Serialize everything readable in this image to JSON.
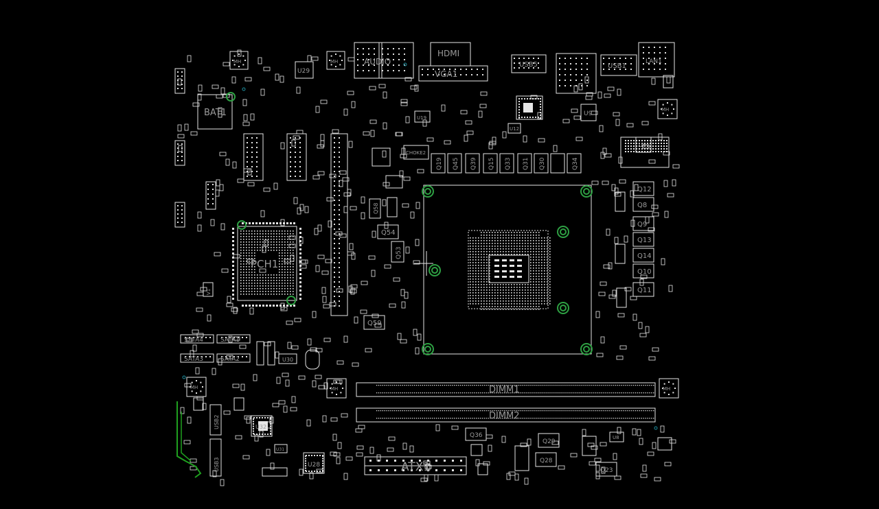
{
  "viewer": {
    "background": "#000000",
    "silkscreen_color": "#e6e6e6",
    "label_color": "#9a9a9a",
    "mount_hole_color": "#2ea043",
    "trace_color": "#1fa01f",
    "via_color": "#1e90a0"
  },
  "components": {
    "bat1": "BAT1",
    "u29": "U29",
    "audio": "AUDIO",
    "hdmi": "HDMI",
    "vga": "VGA1",
    "usb_top_1": "USB5",
    "usb_top_2": "USB1",
    "lan": "LAN1",
    "u19": "U19",
    "u12": "U12",
    "u9": "U9",
    "u6": "U6",
    "choke": "CHOKE2",
    "q19": "Q19",
    "q45": "Q45",
    "q39": "Q39",
    "q15": "Q15",
    "q33": "Q33",
    "q31": "Q31",
    "q30": "Q30",
    "q34": "Q34",
    "q12": "Q12",
    "q8": "Q8",
    "q9": "Q9",
    "q13": "Q13",
    "q14": "Q14",
    "q10": "Q10",
    "q11": "Q11",
    "q58": "Q58",
    "q54": "Q54",
    "q53": "Q53",
    "q59": "Q59",
    "q36": "Q36",
    "q29": "Q29",
    "q28": "Q28",
    "q23": "Q23",
    "pch": "PCH1",
    "v1": "V1",
    "sata4": "SATA4",
    "sata1": "SATA1",
    "sata3": "SATA3",
    "sata2": "SATA2",
    "u30": "U30",
    "u32": "U32",
    "u31": "U31",
    "u28": "U28",
    "u8": "U8",
    "dimm1": "DIMM1",
    "dimm2": "DIMM2",
    "atx": "ATX1",
    "usb_left_1": "USB2",
    "usb_left_2": "USB3",
    "mh": "MH"
  }
}
